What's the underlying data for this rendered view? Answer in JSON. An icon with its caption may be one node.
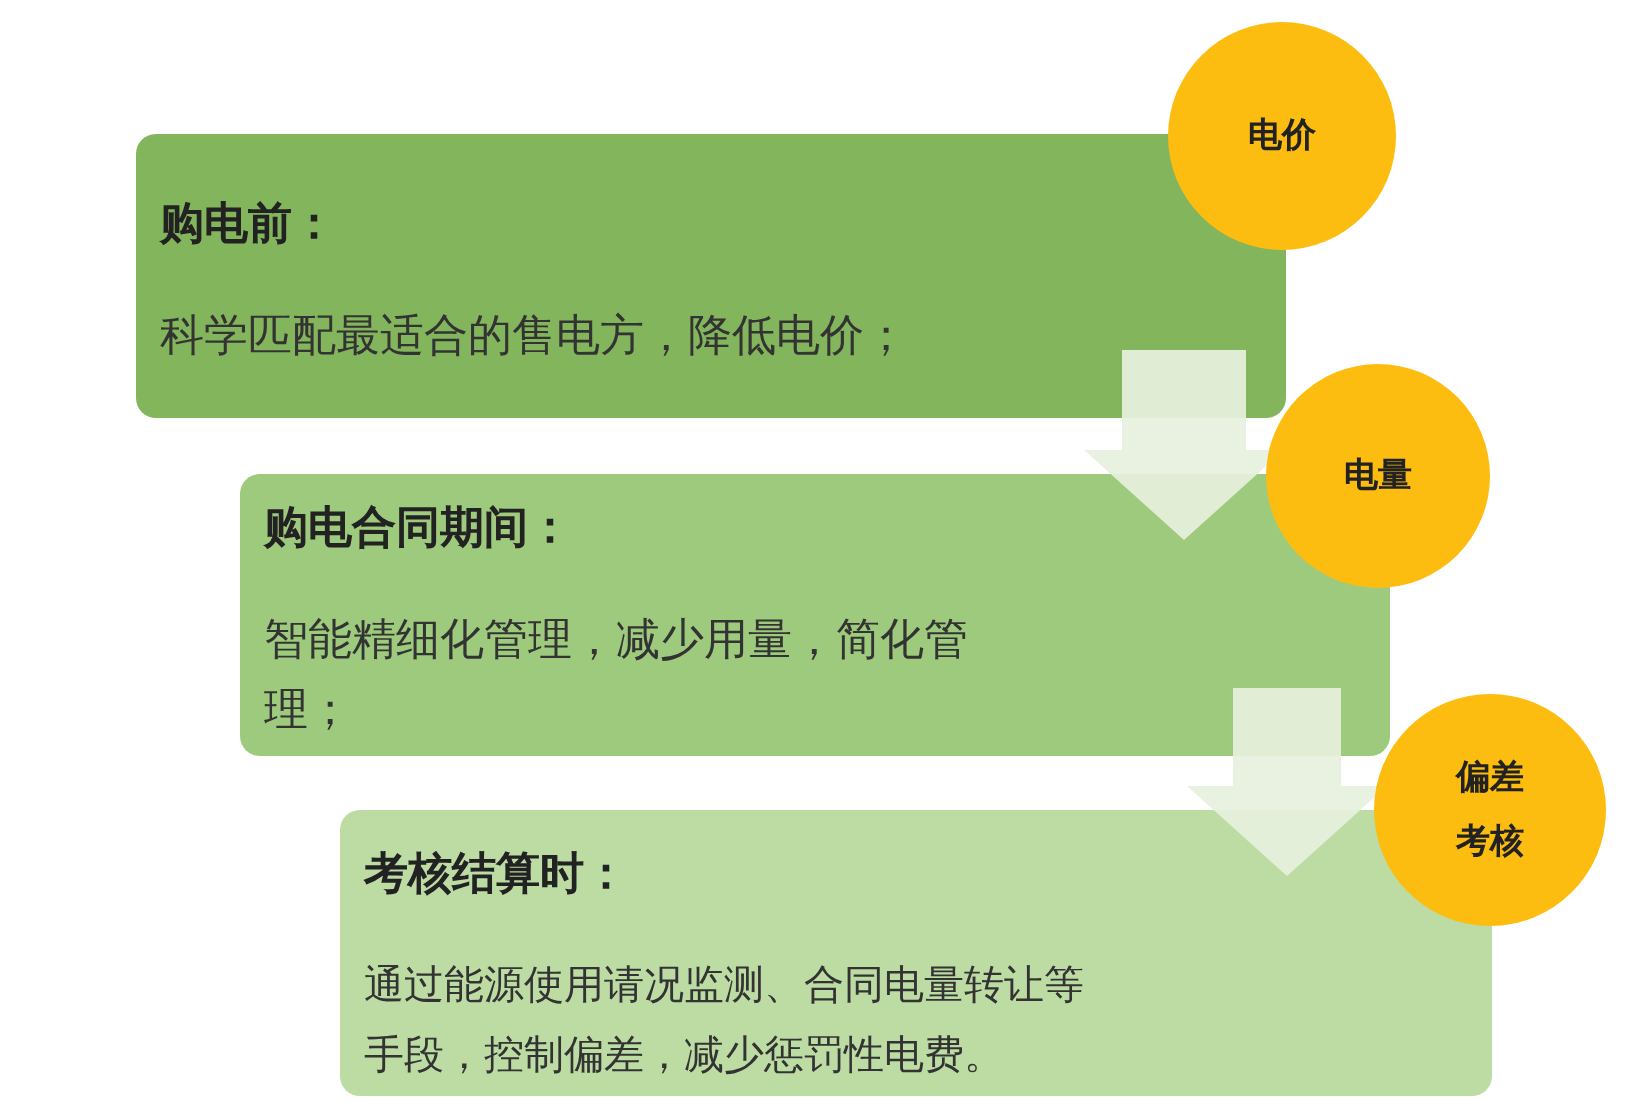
{
  "diagram": {
    "nodes": [
      {
        "text": [
          "购电前：",
          "科学匹配最适合的售电方，降低电价；"
        ]
      },
      {
        "text": [
          "电价"
        ]
      },
      {
        "text": [
          "购电合同期间：",
          "智能精细化管理，减少用量，简化管理；"
        ]
      },
      {
        "text": [
          "电量"
        ]
      },
      {
        "text": [
          "考核结算时：",
          "通过能源使用请况监测、合同电量转让等手段，控制偏差，减少惩罚性电费。"
        ]
      },
      {
        "text": [
          "偏差考核"
        ]
      }
    ],
    "edges": [
      {
        "from": 0,
        "to": 2,
        "arrow": "to"
      },
      {
        "from": 2,
        "to": 4,
        "arrow": "to"
      }
    ]
  }
}
